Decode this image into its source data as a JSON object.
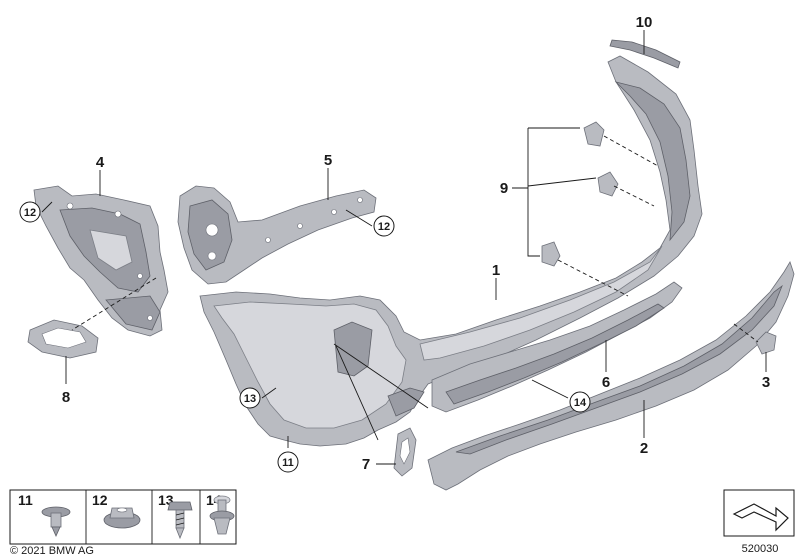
{
  "callouts": {
    "c1": "1",
    "c2": "2",
    "c3": "3",
    "c4": "4",
    "c5": "5",
    "c6": "6",
    "c7": "7",
    "c8": "8",
    "c9": "9",
    "c10": "10"
  },
  "circled": {
    "c12_left": "12",
    "c12_mid": "12",
    "c13": "13",
    "c11": "11",
    "c14": "14"
  },
  "legend": {
    "items": [
      {
        "num": "11",
        "icon": "expanding-rivet-icon"
      },
      {
        "num": "12",
        "icon": "flange-nut-icon"
      },
      {
        "num": "13",
        "icon": "screw-icon"
      },
      {
        "num": "14",
        "icon": "push-clip-icon"
      }
    ]
  },
  "copyright": "© 2021 BMW AG",
  "diagram_id": "520030",
  "colors": {
    "part": "#b9bbc1",
    "outline": "#6d7079",
    "text": "#1a1a1a"
  }
}
